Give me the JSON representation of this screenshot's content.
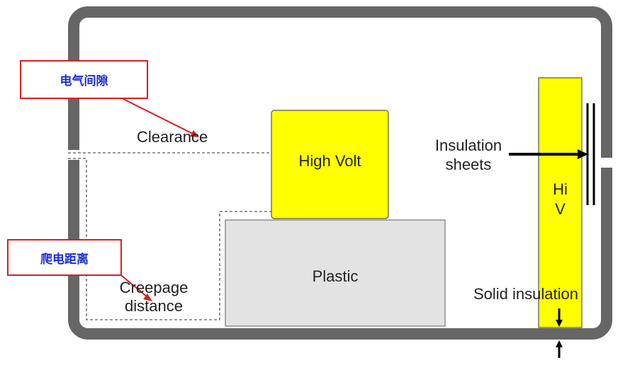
{
  "labels": {
    "clearance_cn": "电气间隙",
    "creepage_cn": "爬电距离",
    "clearance": "Clearance",
    "creepage_line1": "Creepage",
    "creepage_line2": "distance",
    "high_volt": "High Volt",
    "plastic": "Plastic",
    "insulation_line1": "Insulation",
    "insulation_line2": "sheets",
    "hiv_line1": "Hi",
    "hiv_line2": "V",
    "solid_insulation": "Solid insulation"
  },
  "colors": {
    "enclosure": "#666666",
    "conductor_yellow": "#ffff00",
    "plastic_fill": "#e3e3e3",
    "callout_border": "#d62020",
    "callout_text": "#1a2fd6",
    "arrow_red": "#d62020",
    "dashed_path": "#777777"
  }
}
